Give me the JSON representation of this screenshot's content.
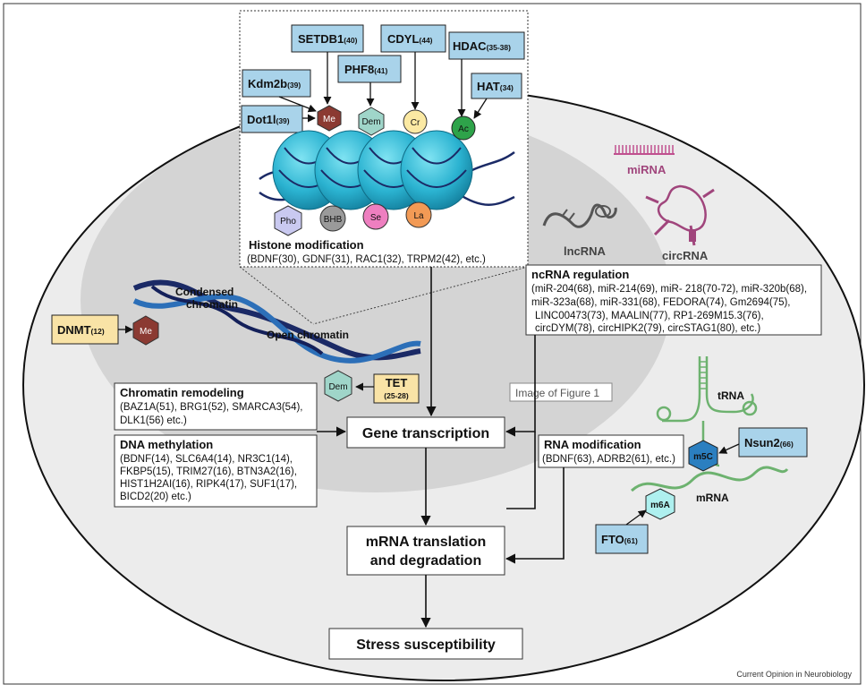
{
  "histone": {
    "enzymes": {
      "setdb1": {
        "name": "SETDB1",
        "ref": "(40)"
      },
      "cdyl": {
        "name": "CDYL",
        "ref": "(44)"
      },
      "hdac": {
        "name": "HDAC",
        "ref": "(35-38)"
      },
      "phf8": {
        "name": "PHF8",
        "ref": "(41)"
      },
      "kdm2b": {
        "name": "Kdm2b",
        "ref": "(39)"
      },
      "hat": {
        "name": "HAT",
        "ref": "(34)"
      },
      "dot1l": {
        "name": "Dot1l",
        "ref": "(39)"
      }
    },
    "marks": {
      "me": "Me",
      "dem": "Dem",
      "cr": "Cr",
      "ac": "Ac",
      "pho": "Pho",
      "bhb": "BHB",
      "se": "Se",
      "la": "La"
    },
    "title": "Histone modification",
    "genes": "(BDNF(30), GDNF(31), RAC1(32), TRPM2(42), etc.)"
  },
  "chromatin": {
    "condensed_1": "Condensed",
    "condensed_2": "chromatin",
    "open": "Open chromatin",
    "dnmt": {
      "name": "DNMT",
      "ref": "(12)"
    },
    "dnmt_mark": "Me",
    "tet": {
      "name": "TET",
      "ref": "(25-28)"
    },
    "tet_mark": "Dem"
  },
  "ncrna": {
    "mirna": "miRNA",
    "lncrna": "lncRNA",
    "circrna": "circRNA",
    "title": "ncRNA regulation",
    "lines": [
      "(miR-204(68), miR-214(69), miR- 218(70-72), miR-320b(68),",
      "miR-323a(68), miR-331(68), FEDORA(74), Gm2694(75),",
      "LINC00473(73), MAALIN(77), RP1-269M15.3(76),",
      "circDYM(78), circHIPK2(79), circSTAG1(80), etc.)"
    ]
  },
  "image_tooltip": "Image of Figure 1",
  "remodeling": {
    "title": "Chromatin remodeling",
    "lines": [
      "(BAZ1A(51), BRG1(52), SMARCA3(54),",
      "DLK1(56) etc.)"
    ]
  },
  "methylation": {
    "title": "DNA methylation",
    "lines": [
      "(BDNF(14), SLC6A4(14), NR3C1(14),",
      "FKBP5(15), TRIM27(16), BTN3A2(16),",
      "HIST1H2AI(16), RIPK4(17), SUF1(17),",
      "BICD2(20) etc.)"
    ]
  },
  "rna_mod": {
    "title": "RNA modification",
    "line": "(BDNF(63), ADRB2(61), etc.)",
    "trna": "tRNA",
    "mrna": "mRNA",
    "m5c": "m5C",
    "m6a": "m6A",
    "nsun2": {
      "name": "Nsun2",
      "ref": "(66)"
    },
    "fto": {
      "name": "FTO",
      "ref": "(61)"
    }
  },
  "flow": {
    "transcription": "Gene transcription",
    "translation_1": "mRNA translation",
    "translation_2": "and degradation",
    "stress": "Stress susceptibility"
  },
  "credit": "Current Opinion in Neurobiology",
  "colors": {
    "enzyme_blue": "#a9d3ea",
    "enzyme_yellow": "#f9e3a6",
    "me": "#8b3a32",
    "dem": "#9fd5c9",
    "cr": "#fbe9a3",
    "ac": "#2ea34a",
    "pho": "#c9c9f0",
    "bhb": "#9a9a9a",
    "se": "#ee7fc0",
    "la": "#f29a55",
    "cell": "#ececec",
    "nucleus": "#d4d4d4",
    "rna_green": "#6db26f",
    "rna_purple": "#a0457c"
  }
}
